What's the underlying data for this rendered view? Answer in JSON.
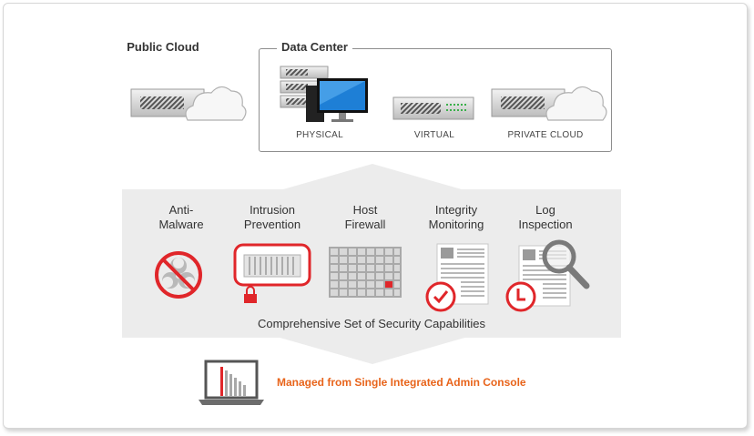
{
  "top": {
    "public_cloud": "Public Cloud",
    "data_center": {
      "title": "Data Center",
      "items": [
        {
          "label": "PHYSICAL",
          "icon": "server-monitor-icon"
        },
        {
          "label": "VIRTUAL",
          "icon": "virtual-appliance-icon"
        },
        {
          "label": "PRIVATE CLOUD",
          "icon": "private-cloud-icon"
        }
      ]
    }
  },
  "capabilities": {
    "items": [
      {
        "line1": "Anti-",
        "line2": "Malware",
        "icon": "biohazard-no-icon"
      },
      {
        "line1": "Intrusion",
        "line2": "Prevention",
        "icon": "intrusion-lock-icon"
      },
      {
        "line1": "Host",
        "line2": "Firewall",
        "icon": "firewall-grid-icon"
      },
      {
        "line1": "Integrity",
        "line2": "Monitoring",
        "icon": "document-check-icon"
      },
      {
        "line1": "Log",
        "line2": "Inspection",
        "icon": "document-magnifier-icon"
      }
    ],
    "caption": "Comprehensive Set of Security Capabilities"
  },
  "console": {
    "caption": "Managed from Single Integrated Admin Console",
    "icon": "laptop-chart-icon"
  },
  "colors": {
    "accent_red": "#e0262a",
    "accent_orange": "#e8641b",
    "band_gray": "#ececec",
    "text": "#333333"
  }
}
